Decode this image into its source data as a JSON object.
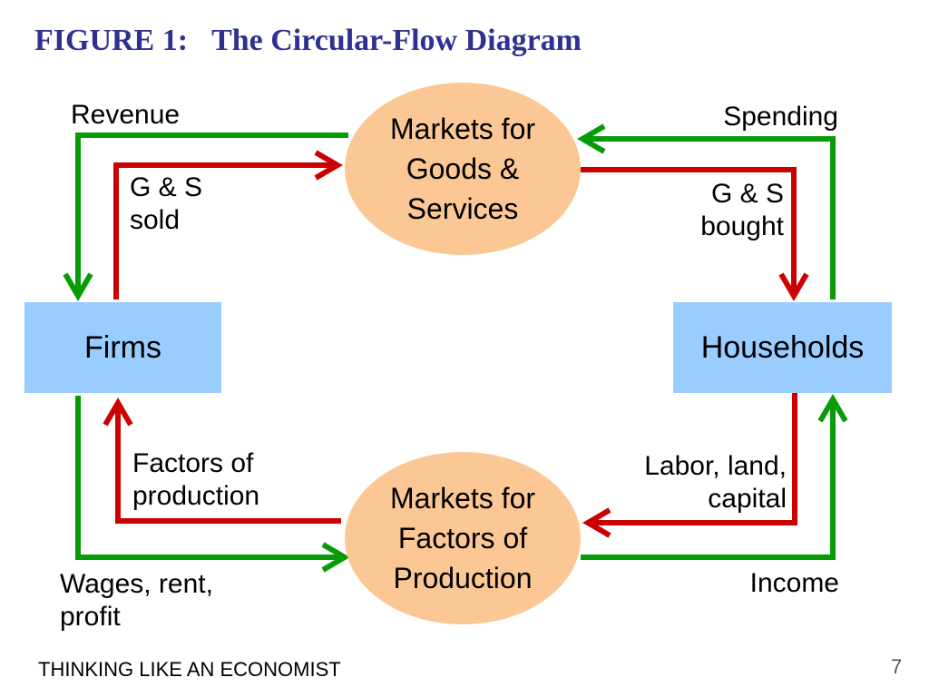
{
  "title": {
    "figure": "FIGURE 1:",
    "text": "The Circular-Flow Diagram"
  },
  "nodes": {
    "firms": "Firms",
    "households": "Households",
    "goods_market": [
      "Markets for",
      "Goods &",
      "Services"
    ],
    "factors_market": [
      "Markets for",
      "Factors of",
      "Production"
    ]
  },
  "flows": {
    "revenue": "Revenue",
    "spending": "Spending",
    "gs_sold": [
      "G & S",
      "sold"
    ],
    "gs_bought": [
      "G & S",
      "bought"
    ],
    "factors_of_production": [
      "Factors of",
      "production"
    ],
    "labor_land_capital": [
      "Labor, land,",
      "capital"
    ],
    "wages_rent_profit": [
      "Wages, rent,",
      "profit"
    ],
    "income": "Income"
  },
  "colors": {
    "money_flow": "#079c07",
    "goods_flow": "#cc0000",
    "title": "#2e3192"
  },
  "footer": "THINKING LIKE AN ECONOMIST",
  "page_number": "7"
}
